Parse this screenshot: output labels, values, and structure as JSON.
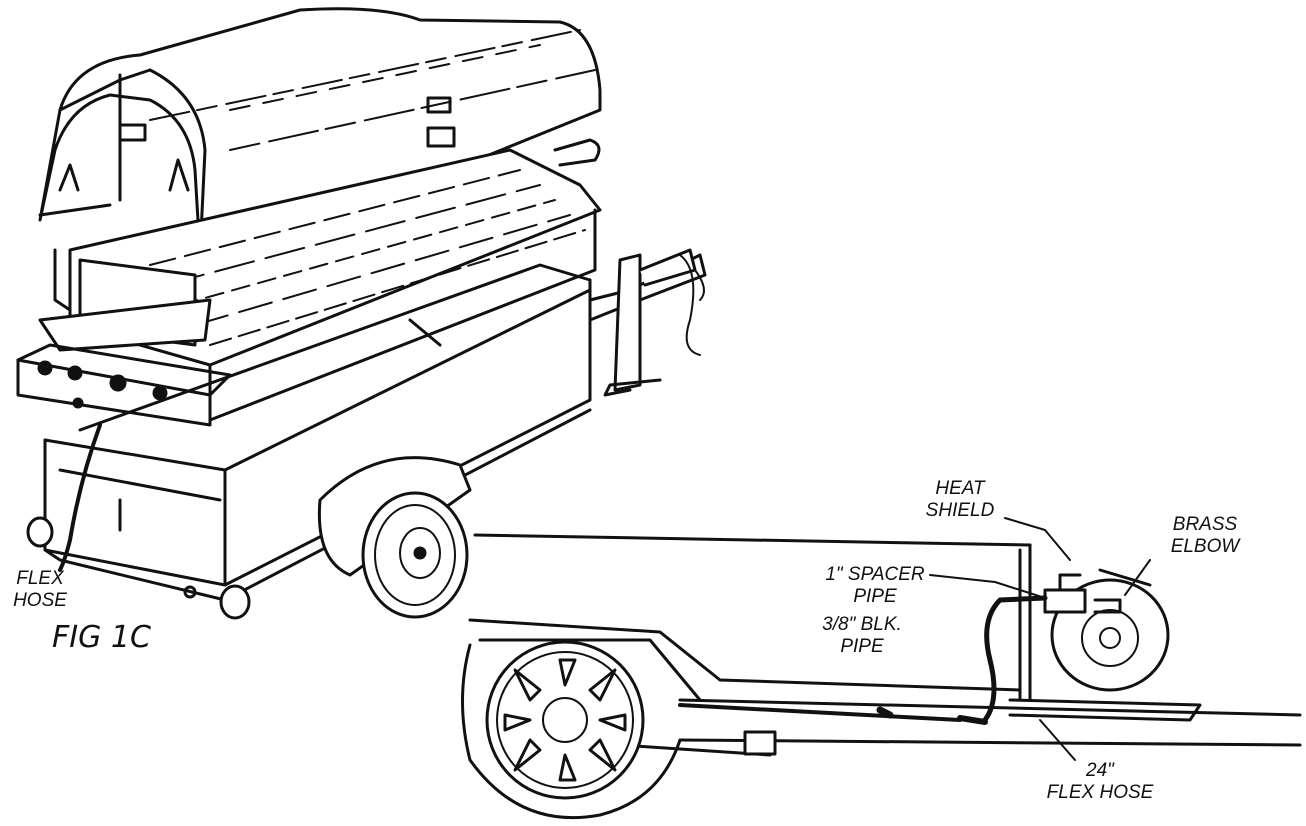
{
  "figure": {
    "caption": "FIG 1C"
  },
  "labels": {
    "flex_hose_left": [
      "FLEX",
      "HOSE"
    ],
    "heat_shield": [
      "HEAT",
      "SHIELD"
    ],
    "brass_elbow": [
      "BRASS",
      "ELBOW"
    ],
    "spacer_pipe": [
      "1\" SPACER",
      "PIPE"
    ],
    "blk_pipe": [
      "3/8\" BLK.",
      "PIPE"
    ],
    "flex_hose_24": [
      "24\"",
      "FLEX HOSE"
    ]
  },
  "colors": {
    "ink": "#111111",
    "paper": "#ffffff"
  }
}
